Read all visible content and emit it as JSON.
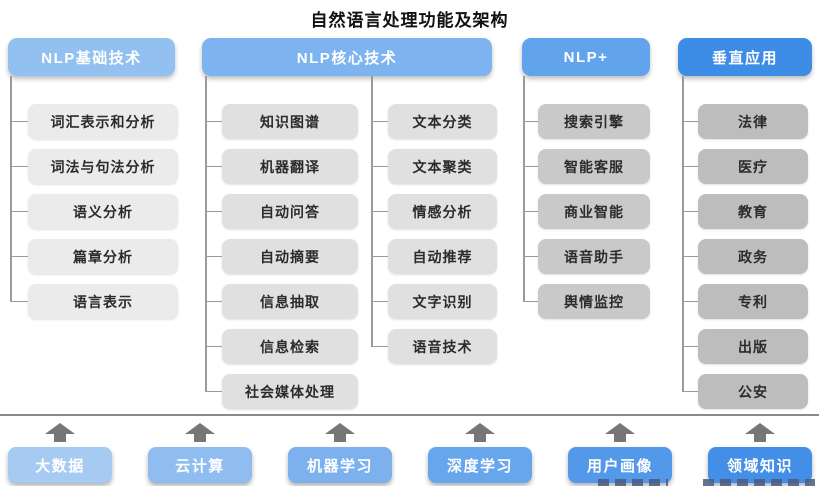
{
  "title": "自然语言处理功能及架构",
  "columns": [
    {
      "header": "NLP基础技术",
      "header_color": "#92C0F0",
      "item_color": "#EBEBEB",
      "items": [
        "词汇表示和分析",
        "词法与句法分析",
        "语义分析",
        "篇章分析",
        "语言表示"
      ]
    },
    {
      "header": "NLP核心技术",
      "header_color": "#7DB3EE",
      "item_color": "#E0E0E0",
      "items_left": [
        "知识图谱",
        "机器翻译",
        "自动问答",
        "自动摘要",
        "信息抽取",
        "信息检索",
        "社会媒体处理"
      ],
      "items_right": [
        "文本分类",
        "文本聚类",
        "情感分析",
        "自动推荐",
        "文字识别",
        "语音技术"
      ]
    },
    {
      "header": "NLP+",
      "header_color": "#62A4EB",
      "item_color": "#C9C9C9",
      "items": [
        "搜索引擎",
        "智能客服",
        "商业智能",
        "语音助手",
        "舆情监控"
      ]
    },
    {
      "header": "垂直应用",
      "header_color": "#3D8CE6",
      "item_color": "#BDBDBD",
      "items": [
        "法律",
        "医疗",
        "教育",
        "政务",
        "专利",
        "出版",
        "公安"
      ]
    }
  ],
  "foundation": [
    {
      "label": "大数据",
      "color": "#A6CAF2"
    },
    {
      "label": "云计算",
      "color": "#90BDF0"
    },
    {
      "label": "机器学习",
      "color": "#7CB1EE"
    },
    {
      "label": "深度学习",
      "color": "#68A6EC"
    },
    {
      "label": "用户画像",
      "color": "#5398E9"
    },
    {
      "label": "领域知识",
      "color": "#438FE7"
    }
  ],
  "colors": {
    "connector_line": "#9A9A9A",
    "divider": "#8A8A8A",
    "arrow": "#767676",
    "header_text": "#FFFFFF",
    "item_text": "#2B2B2B",
    "title_text": "#111111",
    "background": "#FFFFFF"
  }
}
